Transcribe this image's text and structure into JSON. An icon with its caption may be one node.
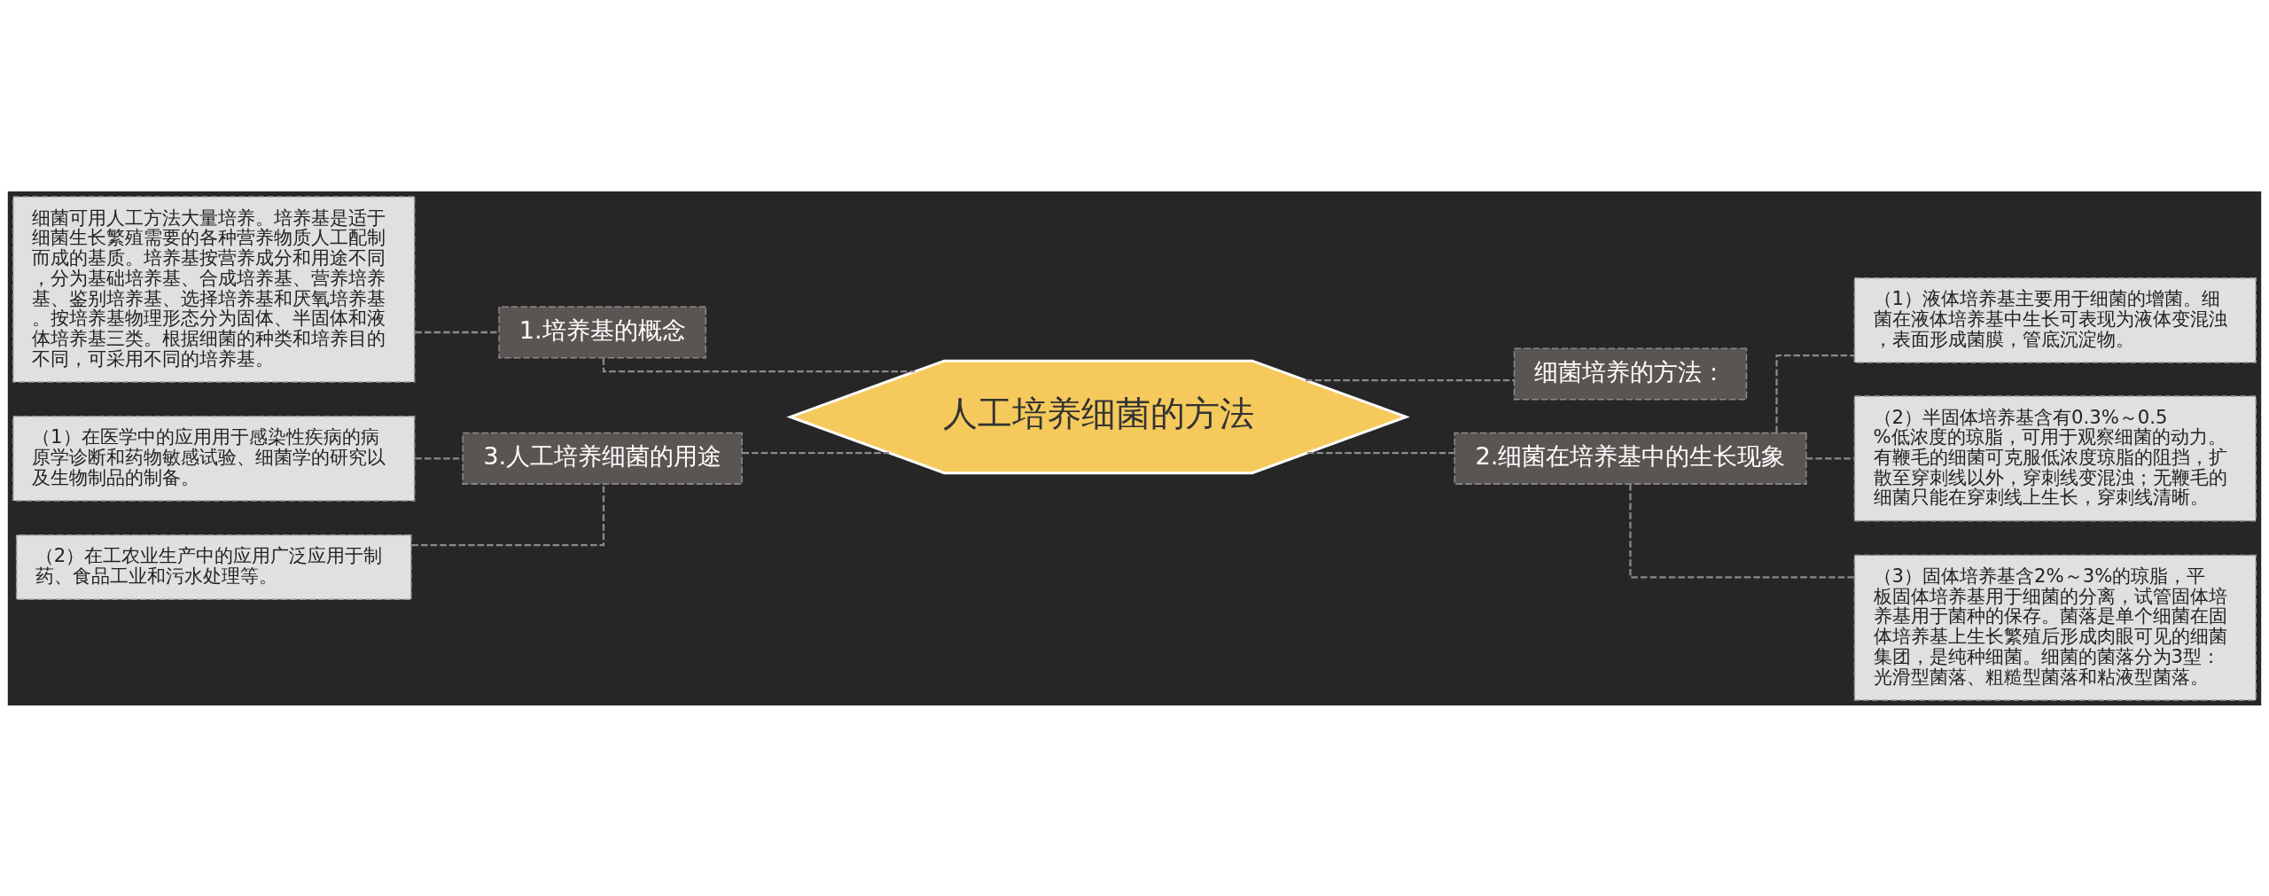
{
  "diagram": {
    "nodes": [
      {
        "text": [
          "人工培养细菌的方法"
        ]
      },
      {
        "text": [
          "1.培养基的概念"
        ]
      },
      {
        "text": [
          "细菌可用人工方法大量培养。培养基是适于细菌生长繁殖需要的各种营养物质人工配制而成的基质。培养基按营养成分和用途不同，分为基础培养基、合成培养基、营养培养基、鉴别培养基、选择培养基和厌氧培养基。按培养基物理形态分为固体、半固体和液体培养基三类。根据细菌的种类和培养目的不同，可采用不同的培养基。"
        ]
      },
      {
        "text": [
          "3.人工培养细菌的用途"
        ]
      },
      {
        "text": [
          "（1）在医学中的应用用于感染性疾病的病原学诊断和药物敏感试验、细菌学的研究以及生物制品的制备。"
        ]
      },
      {
        "text": [
          "（2）在工农业生产中的应用广泛应用于制药、食品工业和污水处理等。"
        ]
      },
      {
        "text": [
          "细菌培养的方法："
        ]
      },
      {
        "text": [
          "2.细菌在培养基中的生长现象"
        ]
      },
      {
        "text": [
          "（1）液体培养基主要用于细菌的增菌。细菌在液体培养基中生长可表现为液体变混浊，表面形成菌膜，管底沉淀物。"
        ]
      },
      {
        "text": [
          "（2）半固体培养基含有0.3%～0.5%低浓度的琼脂，可用于观察细菌的动力。有鞭毛的细菌可克服低浓度琼脂的阻挡，扩散至穿刺线以外，穿刺线变混浊；无鞭毛的细菌只能在穿刺线上生长，穿刺线清晰。"
        ]
      },
      {
        "text": [
          "（3）固体培养基含2%～3%的琼脂，平板固体培养基用于细菌的分离，试管固体培养基用于菌种的保存。菌落是单个细菌在固体培养基上生长繁殖后形成肉眼可见的细菌集团，是纯种细菌。细菌的菌落分为3型：光滑型菌落、粗糙型菌落和粘液型菌落。"
        ]
      }
    ],
    "edges": [
      {
        "from": 0,
        "to": 1,
        "arrow": "none",
        "style": "dashed"
      },
      {
        "from": 1,
        "to": 2,
        "arrow": "none",
        "style": "dashed"
      },
      {
        "from": 0,
        "to": 3,
        "arrow": "none",
        "style": "dashed"
      },
      {
        "from": 3,
        "to": 4,
        "arrow": "none",
        "style": "dashed"
      },
      {
        "from": 3,
        "to": 5,
        "arrow": "none",
        "style": "dashed"
      },
      {
        "from": 0,
        "to": 6,
        "arrow": "none",
        "style": "dashed"
      },
      {
        "from": 0,
        "to": 7,
        "arrow": "none",
        "style": "dashed"
      },
      {
        "from": 7,
        "to": 8,
        "arrow": "none",
        "style": "dashed"
      },
      {
        "from": 7,
        "to": 9,
        "arrow": "none",
        "style": "dashed"
      },
      {
        "from": 7,
        "to": 10,
        "arrow": "none",
        "style": "dashed"
      }
    ]
  }
}
